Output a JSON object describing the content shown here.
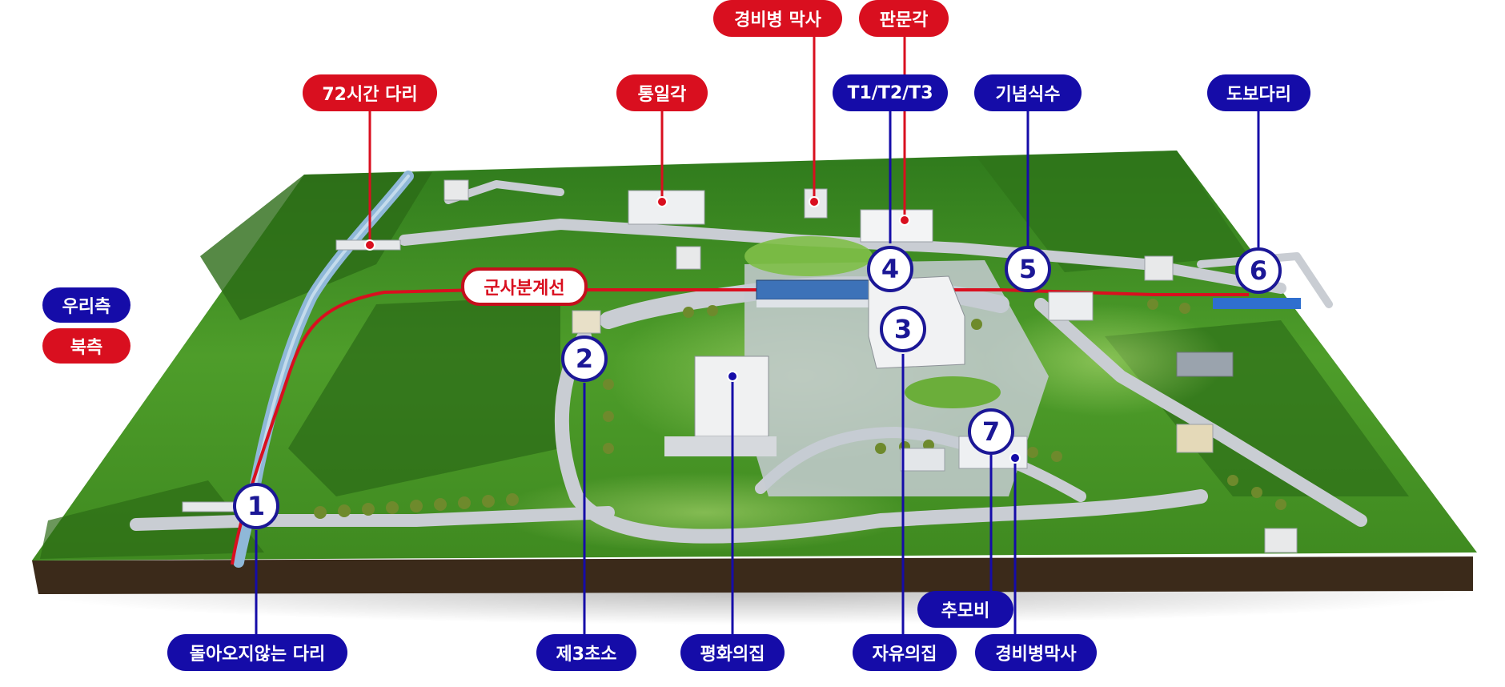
{
  "title_markers": {
    "label_72h_bridge": "72시간 다리",
    "label_unification_pavilion": "통일각",
    "label_guard_barracks_north": "경비병 막사",
    "label_panmungak": "판문각",
    "label_t1_t2_t3": "T1/T2/T3",
    "label_memorial_tree": "기념식수",
    "label_footbridge": "도보다리",
    "label_demarcation_line": "군사분계선",
    "label_bridge_of_no_return": "돌아오지않는 다리",
    "label_third_checkpoint": "제3초소",
    "label_peace_house": "평화의집",
    "label_freedom_house": "자유의집",
    "label_memorial_monument": "추모비",
    "label_guard_barracks_south": "경비병막사"
  },
  "legend": {
    "our_side": "우리측",
    "north_side": "북측"
  },
  "numbers": [
    "1",
    "2",
    "3",
    "4",
    "5",
    "6",
    "7"
  ],
  "colors": {
    "north_red": "#d90f1f",
    "south_blue": "#150ca8",
    "terrain_green": "#3f8f22",
    "road_gray": "#c9cdd3",
    "stream_blue": "#8fb8d8",
    "base_brown": "#3b2a1a"
  }
}
